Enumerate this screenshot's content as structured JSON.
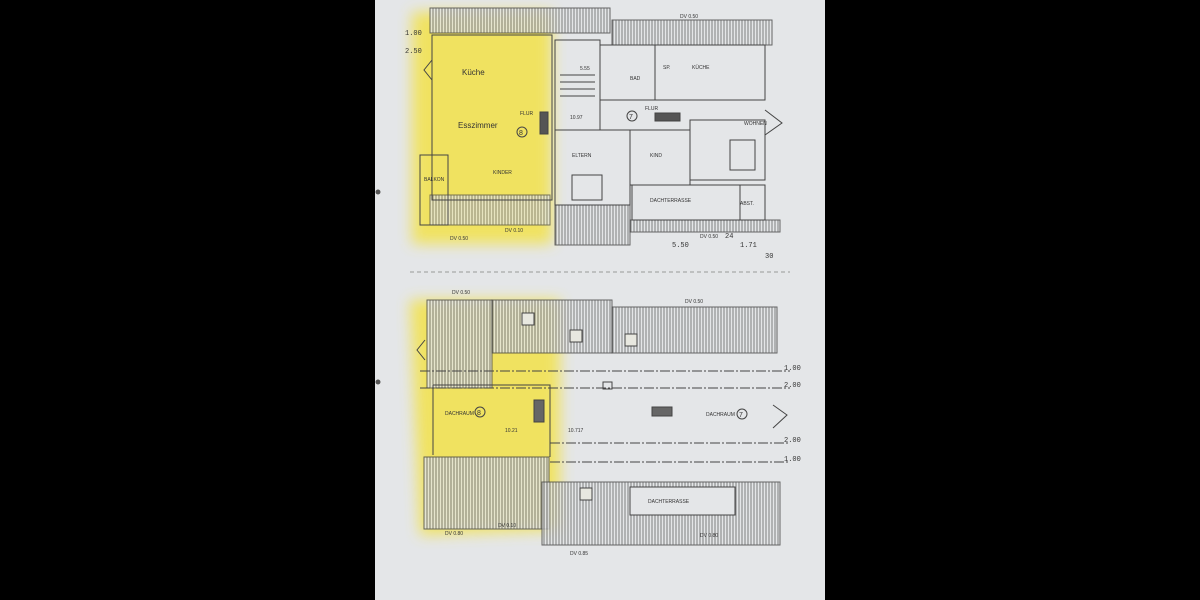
{
  "document": {
    "colors": {
      "paper": "#e4e6e8",
      "highlight": "#f3e24a",
      "ink": "#3a3a3a",
      "background": "#000000"
    },
    "upper_floor": {
      "rooms": {
        "kueche_left": "Küche",
        "esszimmer": "Esszimmer",
        "flur_left": "FLUR",
        "kinder": "KINDER",
        "balkon": "BALKON",
        "bad": "BAD",
        "sp": "SP.",
        "kueche_right": "KÜCHE",
        "flur": "FLUR",
        "wohnen": "WOHNEN",
        "eltern": "ELTERN",
        "kind": "KIND",
        "dachterrasse": "DACHTERRASSE",
        "abst": "ABST."
      },
      "unit_left": "8",
      "unit_right": "7",
      "dimensions": {
        "d1": "1.00",
        "d2": "2.50",
        "d3": "5.50",
        "d4": "1.71",
        "d5": "24",
        "d6": "30",
        "dv_top": "DV 0.50",
        "dv_bottom_left": "DV 0.50",
        "dv_bottom_mid": "DV 0.10",
        "dv_bottom_right": "DV 0.50",
        "level_left": "10.97",
        "level_stair": "5.55"
      }
    },
    "attic_floor": {
      "rooms": {
        "dachraum_left": "DACHRAUM",
        "dachraum_right": "DACHRAUM",
        "dachterrasse": "DACHTERRASSE"
      },
      "unit_left": "8",
      "unit_right": "7",
      "dimensions": {
        "d1": "1.00",
        "d2": "2.00",
        "d3": "2.00",
        "d4": "1.00",
        "level_left": "10.21",
        "level_right": "10.717",
        "dv_top_left": "DV 0.50",
        "dv_top_right": "DV 0.50",
        "dv_bottom_left": "DV 0.80",
        "dv_bottom_mid": "DV 0.10",
        "dv_bottom_right": "DV 0.80",
        "dv_bottom": "DV 0.85"
      }
    }
  }
}
